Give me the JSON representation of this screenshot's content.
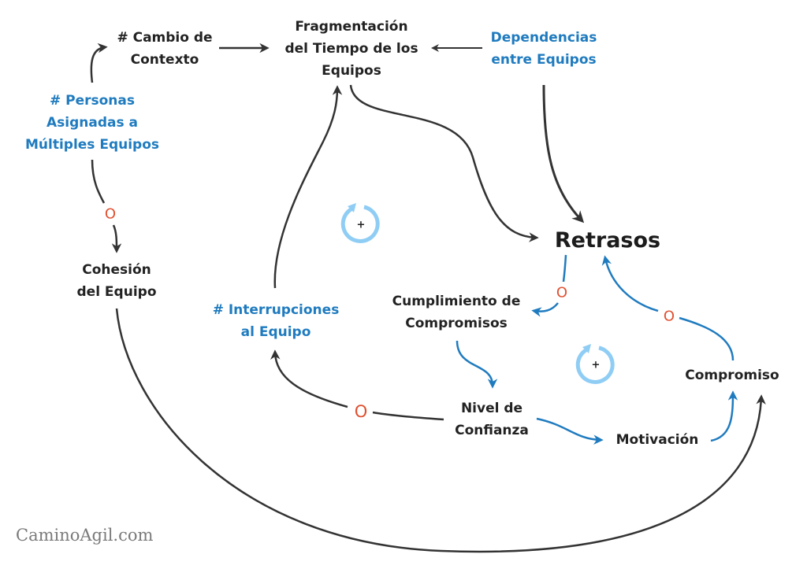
{
  "diagram": {
    "title": "Causal loop diagram: Retrasos",
    "colors": {
      "dark_arrow": "#333333",
      "blue_arrow": "#1f7bbf",
      "blue_text": "#1f7bbf",
      "polarity_o": "#e0502f",
      "loop_ring": "#8fcdf5"
    },
    "nodes": {
      "cambio": {
        "lines": [
          "# Cambio de",
          "Contexto"
        ]
      },
      "fragmentacion": {
        "lines": [
          "Fragmentación",
          "del Tiempo de los",
          "Equipos"
        ]
      },
      "dependencias": {
        "lines": [
          "Dependencias",
          "entre Equipos"
        ]
      },
      "personas": {
        "lines": [
          "# Personas",
          "Asignadas a",
          "Múltiples Equipos"
        ]
      },
      "cohesion": {
        "lines": [
          "Cohesión",
          "del Equipo"
        ]
      },
      "retrasos": {
        "lines": [
          "Retrasos"
        ]
      },
      "cumplimiento": {
        "lines": [
          "Cumplimiento de",
          "Compromisos"
        ]
      },
      "interrupciones": {
        "lines": [
          "# Interrupciones",
          "al Equipo"
        ]
      },
      "nivel": {
        "lines": [
          "Nivel de",
          "Confianza"
        ]
      },
      "motivacion": {
        "lines": [
          "Motivación"
        ]
      },
      "compromiso": {
        "lines": [
          "Compromiso"
        ]
      }
    },
    "links": [
      {
        "from": "# Personas Asignadas a Múltiples Equipos",
        "to": "# Cambio de Contexto",
        "polarity": "same"
      },
      {
        "from": "# Cambio de Contexto",
        "to": "Fragmentación del Tiempo de los Equipos",
        "polarity": "same"
      },
      {
        "from": "Dependencias entre Equipos",
        "to": "Fragmentación del Tiempo de los Equipos",
        "polarity": "same"
      },
      {
        "from": "Dependencias entre Equipos",
        "to": "Retrasos",
        "polarity": "same"
      },
      {
        "from": "Fragmentación del Tiempo de los Equipos",
        "to": "Retrasos",
        "polarity": "same"
      },
      {
        "from": "# Personas Asignadas a Múltiples Equipos",
        "to": "Cohesión del Equipo",
        "polarity": "O"
      },
      {
        "from": "Cohesión del Equipo",
        "to": "Compromiso",
        "polarity": "same"
      },
      {
        "from": "# Interrupciones al Equipo",
        "to": "Fragmentación del Tiempo de los Equipos",
        "polarity": "same"
      },
      {
        "from": "Retrasos",
        "to": "Cumplimiento de Compromisos",
        "polarity": "O"
      },
      {
        "from": "Cumplimiento de Compromisos",
        "to": "Nivel de Confianza",
        "polarity": "same"
      },
      {
        "from": "Nivel de Confianza",
        "to": "# Interrupciones al Equipo",
        "polarity": "O"
      },
      {
        "from": "Nivel de Confianza",
        "to": "Motivación",
        "polarity": "same"
      },
      {
        "from": "Motivación",
        "to": "Compromiso",
        "polarity": "same"
      },
      {
        "from": "Compromiso",
        "to": "Retrasos",
        "polarity": "O"
      }
    ],
    "polarity_label": "O",
    "loop_markers": [
      {
        "sign": "+"
      },
      {
        "sign": "+"
      }
    ]
  },
  "footer": {
    "watermark": "CaminoAgil.com"
  }
}
